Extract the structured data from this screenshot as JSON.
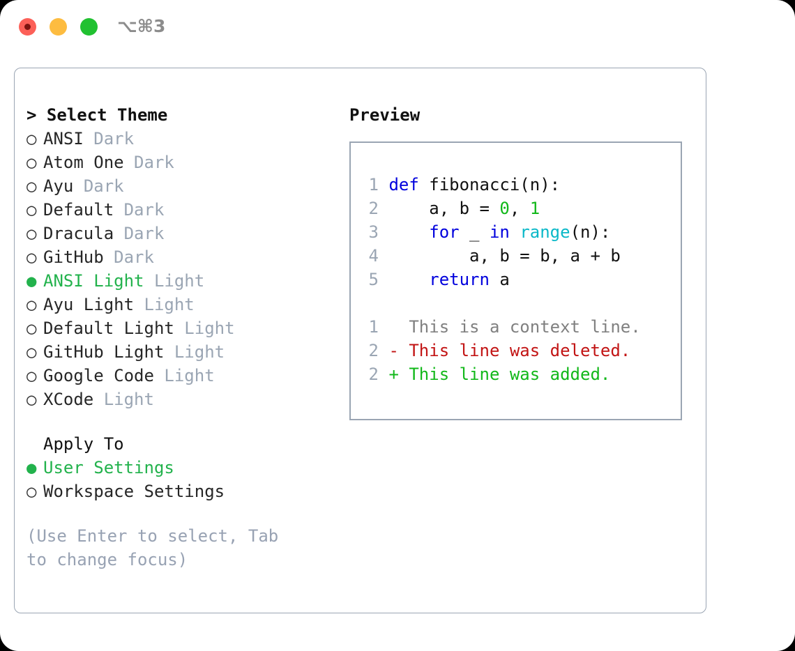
{
  "window": {
    "title_shortcut": "⌥⌘3",
    "traffic_lights": [
      {
        "name": "close",
        "color": "#fc6058"
      },
      {
        "name": "minimize",
        "color": "#fdbc40"
      },
      {
        "name": "maximize",
        "color": "#21c131"
      }
    ]
  },
  "theme_list": {
    "header": "> Select Theme",
    "items": [
      {
        "bullet": "○",
        "selected": false,
        "label": "ANSI",
        "tag": "Dark"
      },
      {
        "bullet": "○",
        "selected": false,
        "label": "Atom One",
        "tag": "Dark"
      },
      {
        "bullet": "○",
        "selected": false,
        "label": "Ayu",
        "tag": "Dark"
      },
      {
        "bullet": "○",
        "selected": false,
        "label": "Default",
        "tag": "Dark"
      },
      {
        "bullet": "○",
        "selected": false,
        "label": "Dracula",
        "tag": "Dark"
      },
      {
        "bullet": "○",
        "selected": false,
        "label": "GitHub",
        "tag": "Dark"
      },
      {
        "bullet": "●",
        "selected": true,
        "label": "ANSI Light",
        "tag": "Light"
      },
      {
        "bullet": "○",
        "selected": false,
        "label": "Ayu Light",
        "tag": "Light"
      },
      {
        "bullet": "○",
        "selected": false,
        "label": "Default Light",
        "tag": "Light"
      },
      {
        "bullet": "○",
        "selected": false,
        "label": "GitHub Light",
        "tag": "Light"
      },
      {
        "bullet": "○",
        "selected": false,
        "label": "Google Code",
        "tag": "Light"
      },
      {
        "bullet": "○",
        "selected": false,
        "label": "XCode",
        "tag": "Light"
      }
    ]
  },
  "apply_to": {
    "header": "Apply To",
    "items": [
      {
        "bullet": "●",
        "selected": true,
        "label": "User Settings"
      },
      {
        "bullet": "○",
        "selected": false,
        "label": "Workspace Settings"
      }
    ]
  },
  "hint": "(Use Enter to select, Tab to change focus)",
  "preview": {
    "title": "Preview",
    "code_lines": [
      {
        "number": "1",
        "segments": [
          {
            "text": "def ",
            "type": "kw"
          },
          {
            "text": "fibonacci(n):",
            "type": "txt"
          }
        ]
      },
      {
        "number": "2",
        "segments": [
          {
            "text": "    a, b = ",
            "type": "txt"
          },
          {
            "text": "0",
            "type": "num"
          },
          {
            "text": ", ",
            "type": "txt"
          },
          {
            "text": "1",
            "type": "num"
          }
        ]
      },
      {
        "number": "3",
        "segments": [
          {
            "text": "    ",
            "type": "txt"
          },
          {
            "text": "for ",
            "type": "kw"
          },
          {
            "text": "_ ",
            "type": "txt"
          },
          {
            "text": "in ",
            "type": "kw"
          },
          {
            "text": "range",
            "type": "fn"
          },
          {
            "text": "(n):",
            "type": "txt"
          }
        ]
      },
      {
        "number": "4",
        "segments": [
          {
            "text": "        a, b = b, a + b",
            "type": "txt"
          }
        ]
      },
      {
        "number": "5",
        "segments": [
          {
            "text": "    ",
            "type": "txt"
          },
          {
            "text": "return ",
            "type": "kw"
          },
          {
            "text": "a",
            "type": "txt"
          }
        ]
      }
    ],
    "diff_lines": [
      {
        "number": "1",
        "marker": "  ",
        "text": "This is a context line.",
        "type": "ctx"
      },
      {
        "number": "2",
        "marker": "- ",
        "text": "This line was deleted.",
        "type": "del"
      },
      {
        "number": "2",
        "marker": "+ ",
        "text": "This line was added.",
        "type": "add"
      }
    ]
  },
  "colors": {
    "accent_green": "#22b24c",
    "muted": "#9aa5b3",
    "hint": "#98a2b3",
    "keyword_blue": "#0000dd",
    "function_cyan": "#0ab8c8",
    "number_green": "#12b81a",
    "diff_delete": "#c21414",
    "diff_add": "#12b81a",
    "border": "#9aa5b3"
  }
}
